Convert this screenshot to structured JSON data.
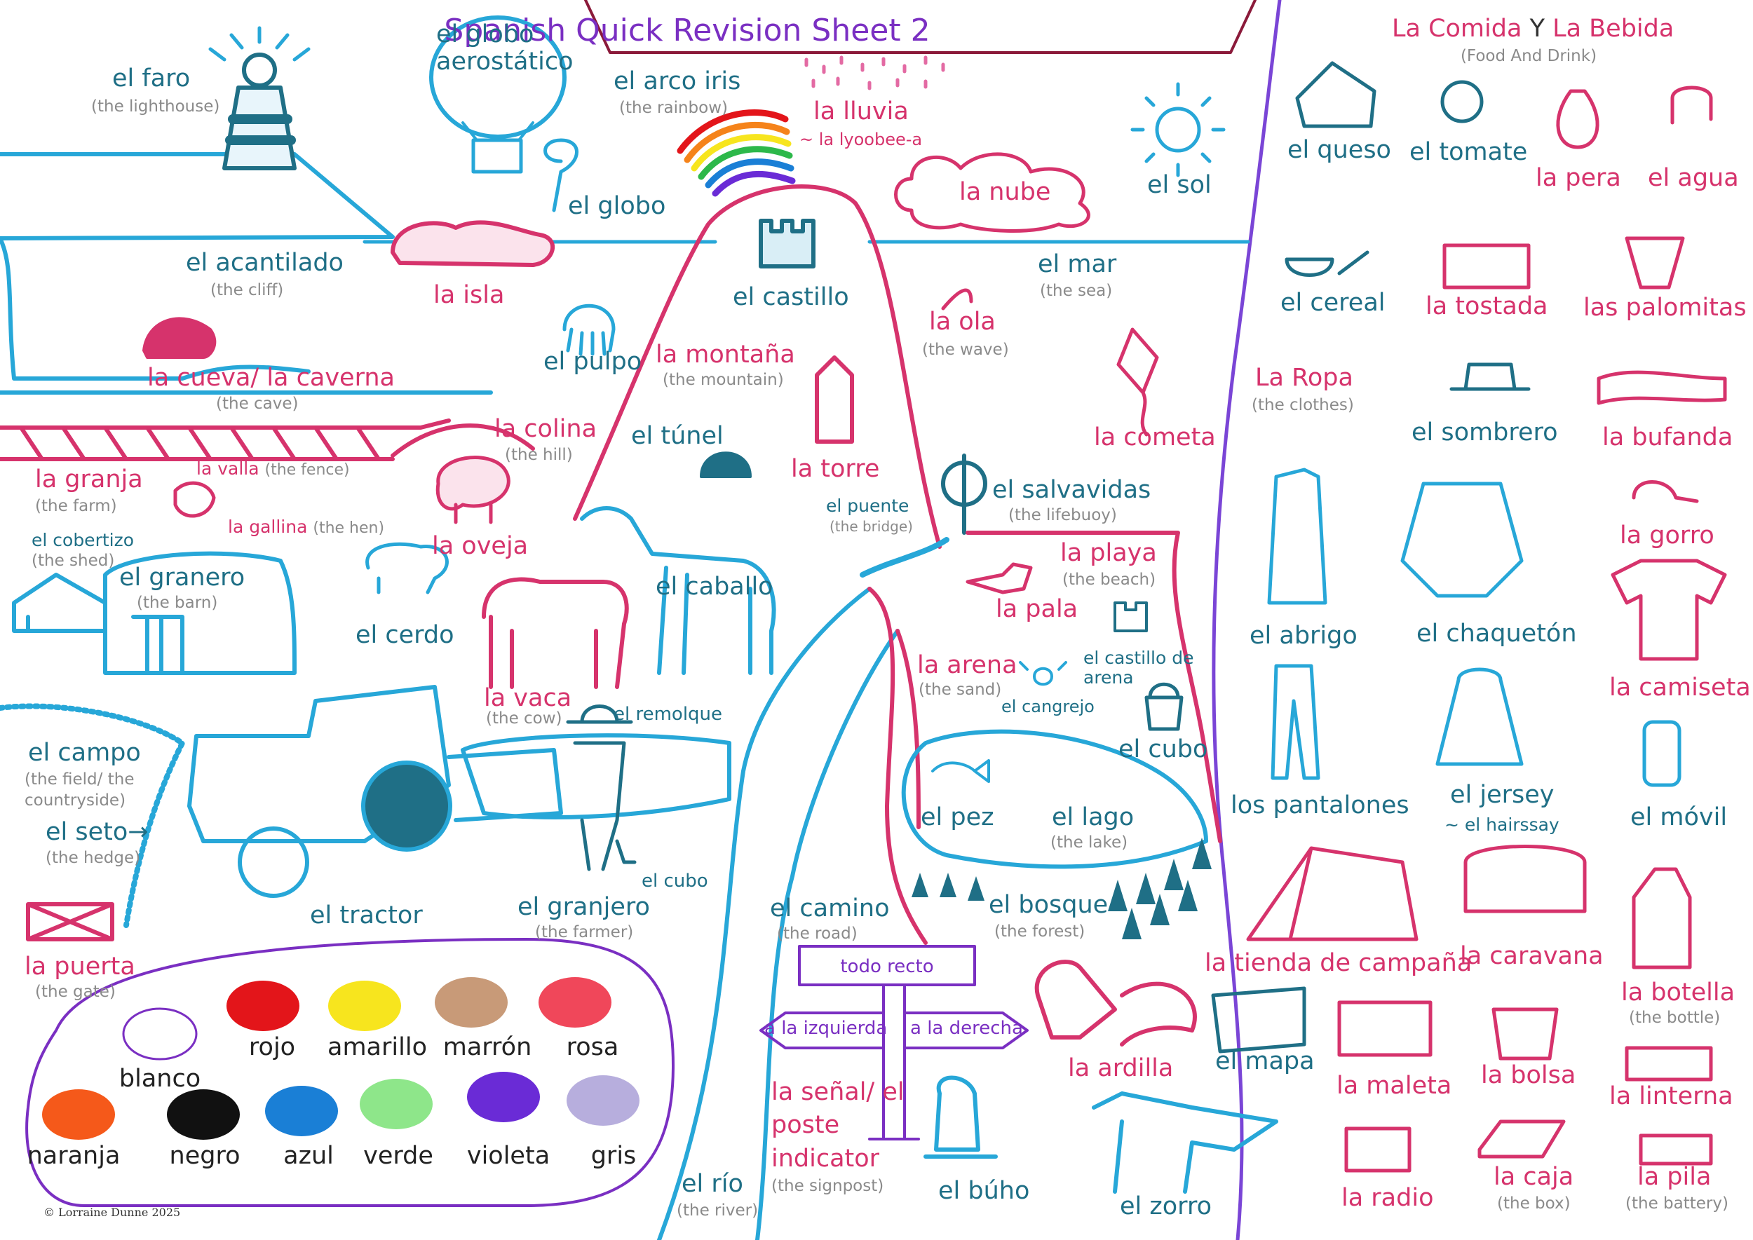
{
  "title": "Spanish Quick Revision Sheet 2",
  "copyright": "© Lorraine Dunne 2025",
  "colors": {
    "blue": "#1f6f86",
    "pink": "#d6336c",
    "purple": "#7a2fc2",
    "grey": "#8a8a8a"
  },
  "food": {
    "header_left": "La Comida",
    "header_joiner": "Y",
    "header_right": "La Bebida",
    "translation": "(Food And Drink)"
  },
  "clothes": {
    "header": "La Ropa",
    "translation": "(the clothes)"
  },
  "scene": {
    "el_faro": "el faro",
    "el_faro_t": "(the lighthouse)",
    "el_globo_aerostatico": "el globo aerostático",
    "el_arco_iris": "el arco iris",
    "el_arco_iris_t": "(the rainbow)",
    "la_lluvia": "la lluvia",
    "la_lluvia_pron": "~ la lyoobee-a",
    "la_nube": "la nube",
    "el_sol": "el sol",
    "el_globo": "el globo",
    "el_acantilado": "el acantilado",
    "el_acantilado_t": "(the cliff)",
    "la_isla": "la isla",
    "el_castillo": "el castillo",
    "el_mar": "el mar",
    "el_mar_t": "(the sea)",
    "la_ola": "la ola",
    "la_ola_t": "(the wave)",
    "el_pulpo": "el pulpo",
    "la_montana": "la montaña",
    "la_montana_t": "(the mountain)",
    "la_cueva": "la cueva/ la caverna",
    "la_cueva_t": "(the cave)",
    "la_colina": "la colina",
    "la_colina_t": "(the hill)",
    "el_tunel": "el túnel",
    "la_torre": "la torre",
    "la_cometa": "la cometa",
    "la_granja": "la granja",
    "la_granja_t": "(the farm)",
    "la_valla": "la valla",
    "la_valla_t": "(the fence)",
    "la_gallina": "la gallina",
    "la_gallina_t": "(the hen)",
    "la_oveja": "la oveja",
    "el_puente": "el puente",
    "el_puente_t": "(the bridge)",
    "el_salvavidas": "el salvavidas",
    "el_salvavidas_t": "(the lifebuoy)",
    "el_cobertizo": "el cobertizo",
    "el_cobertizo_t": "(the shed)",
    "el_granero": "el granero",
    "el_granero_t": "(the barn)",
    "el_caballo": "el caballo",
    "la_playa": "la playa",
    "la_playa_t": "(the beach)",
    "la_pala": "la pala",
    "el_cerdo": "el cerdo",
    "la_arena": "la arena",
    "la_arena_t": "(the sand)",
    "el_castillo_de_arena": "el castillo de arena",
    "el_cangrejo": "el cangrejo",
    "la_vaca": "la vaca",
    "la_vaca_t": "(the cow)",
    "el_remolque": "el remolque",
    "el_cubo_beach": "el cubo",
    "el_campo": "el campo",
    "el_campo_t": "(the field/ the countryside)",
    "el_pez": "el pez",
    "el_lago": "el lago",
    "el_lago_t": "(the lake)",
    "el_seto": "el seto→",
    "el_seto_t": "(the hedge)",
    "el_cubo_farmer": "el cubo",
    "el_tractor": "el tractor",
    "el_granjero": "el granjero",
    "el_granjero_t": "(the farmer)",
    "el_camino": "el camino",
    "el_camino_t": "(the road)",
    "el_bosque": "el bosque",
    "el_bosque_t": "(the forest)",
    "la_puerta": "la puerta",
    "la_puerta_t": "(the gate)",
    "todo_recto": "todo recto",
    "a_la_izquierda": "a la izquierda",
    "a_la_derecha": "a la derecha",
    "la_senal": "la señal/ el poste indicator",
    "la_senal_t": "(the signpost)",
    "el_rio": "el río",
    "el_rio_t": "(the river)",
    "el_buho": "el búho",
    "la_ardilla": "la ardilla",
    "el_zorro": "el zorro"
  },
  "right": {
    "el_queso": "el queso",
    "el_tomate": "el tomate",
    "la_pera": "la pera",
    "el_agua": "el agua",
    "el_cereal": "el cereal",
    "la_tostada": "la tostada",
    "las_palomitas": "las palomitas",
    "el_sombrero": "el sombrero",
    "la_bufanda": "la bufanda",
    "la_gorro": "la gorro",
    "el_abrigo": "el abrigo",
    "el_chaqueton": "el chaquetón",
    "la_camiseta": "la camiseta",
    "los_pantalones": "los pantalones",
    "el_jersey": "el jersey",
    "el_jersey_pron": "~ el hairssay",
    "el_movil": "el móvil",
    "la_tienda": "la tienda de campaña",
    "la_caravana": "la caravana",
    "la_botella": "la botella",
    "la_botella_t": "(the bottle)",
    "el_mapa": "el mapa",
    "la_maleta": "la maleta",
    "la_bolsa": "la bolsa",
    "la_linterna": "la linterna",
    "la_radio": "la radio",
    "la_caja": "la caja",
    "la_caja_t": "(the box)",
    "la_pila": "la pila",
    "la_pila_t": "(the battery)"
  },
  "colours": [
    {
      "name": "blanco",
      "hex": "#ffffff"
    },
    {
      "name": "rojo",
      "hex": "#e3151a"
    },
    {
      "name": "amarillo",
      "hex": "#f7e51e"
    },
    {
      "name": "marrón",
      "hex": "#c89a78"
    },
    {
      "name": "rosa",
      "hex": "#f0475a"
    },
    {
      "name": "naranja",
      "hex": "#f5591a"
    },
    {
      "name": "negro",
      "hex": "#111111"
    },
    {
      "name": "azul",
      "hex": "#1a7fd6"
    },
    {
      "name": "verde",
      "hex": "#8ee68a"
    },
    {
      "name": "violeta",
      "hex": "#6a2bd6"
    },
    {
      "name": "gris",
      "hex": "#b7aedd"
    }
  ]
}
